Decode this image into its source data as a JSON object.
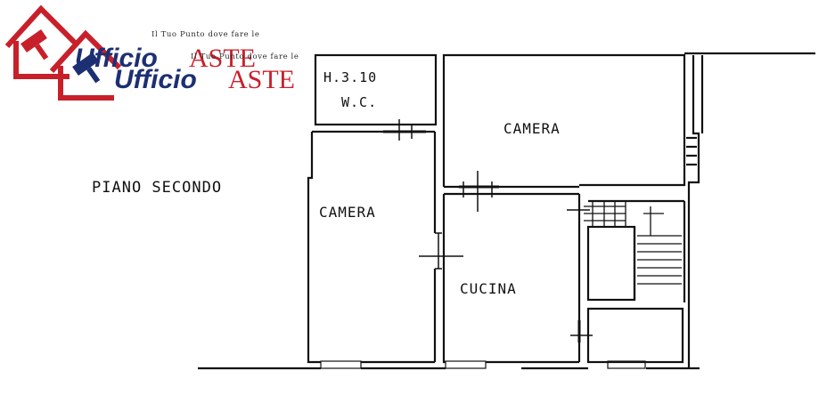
{
  "plan": {
    "floor_label": "PIANO SECONDO",
    "rooms": {
      "wc_height": "H.3.10",
      "wc": "W.C.",
      "camera_top": "CAMERA",
      "camera_left": "CAMERA",
      "cucina": "CUCINA"
    }
  },
  "logo": {
    "tagline": "Il Tuo Punto dove fare le",
    "brand_word": "Ufficio",
    "brand_suffix": "ASTE",
    "colors": {
      "red": "#c8202a",
      "blue": "#1d2f73"
    }
  }
}
